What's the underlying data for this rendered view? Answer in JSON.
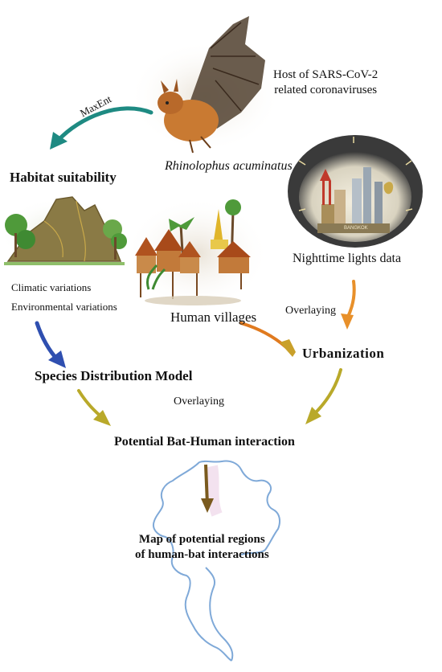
{
  "diagram": {
    "host_text_line1": "Host of SARS-CoV-2",
    "host_text_line2": "related coronaviruses",
    "species_name": "Rhinolophus  acuminatus",
    "maxent_label": "MaxEnt",
    "habitat_title": "Habitat suitability",
    "climatic_label": "Climatic variations",
    "environmental_label": "Environmental variations",
    "villages_label": "Human villages",
    "nighttime_label": "Nighttime lights data",
    "overlaying_label_1": "Overlaying",
    "urbanization_label": "Urbanization",
    "sdm_label": "Species Distribution Model",
    "overlaying_label_2": "Overlaying",
    "potential_label": "Potential Bat-Human interaction",
    "map_label_line1": "Map of potential regions",
    "map_label_line2": "of human-bat interactions",
    "city_sign_text": "BANGKOK"
  },
  "colors": {
    "maxent_arrow": "#1e8a82",
    "sdm_arrow": "#2f4fb0",
    "villages_arrow": "#e07a1f",
    "night_arrow": "#e8902a",
    "olive_arrow": "#b9a92a",
    "map_arrow": "#7a5a1e",
    "map_outline": "#7fa9d8",
    "bat_body": "#c97a32",
    "mountain": "#8a7a45",
    "city_bg": "#3a3a3a"
  }
}
